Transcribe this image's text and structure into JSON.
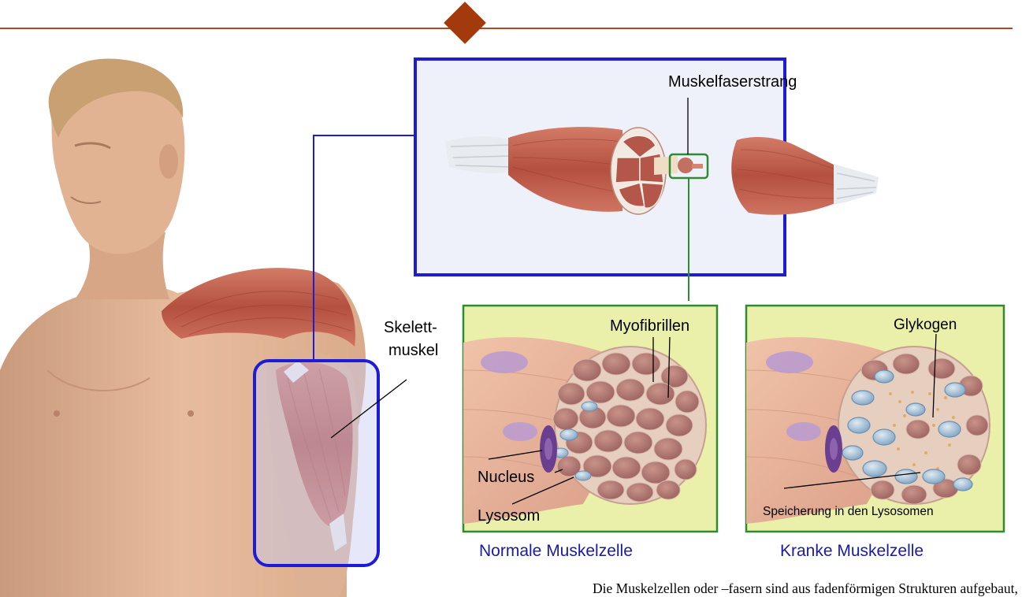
{
  "colors": {
    "divider": "#b0491f",
    "diamond": "#a33a0c",
    "frame_blue": "#1b1bd8",
    "frame_green": "#2e8b2e",
    "panel_fill": "#eaf0aa",
    "caption": "#1a1aa8",
    "muscle": "#b8584a",
    "skin": "#e0b595"
  },
  "labels": {
    "fiber_bundle": "Muskelfaserstrang",
    "skeletal_muscle_line1": "Skelett-",
    "skeletal_muscle_line2": "muskel",
    "myofibrils": "Myofibrillen",
    "nucleus": "Nucleus",
    "lysosome": "Lysosom",
    "glycogen": "Glykogen",
    "lysosome_storage": "Speicherung in den Lysosomen"
  },
  "captions": {
    "normal_cell": "Normale Muskelzelle",
    "diseased_cell": "Kranke Muskelzelle"
  },
  "body_text": "Die Muskelzellen oder –fasern sind aus fadenförmigen Strukturen aufgebaut,"
}
